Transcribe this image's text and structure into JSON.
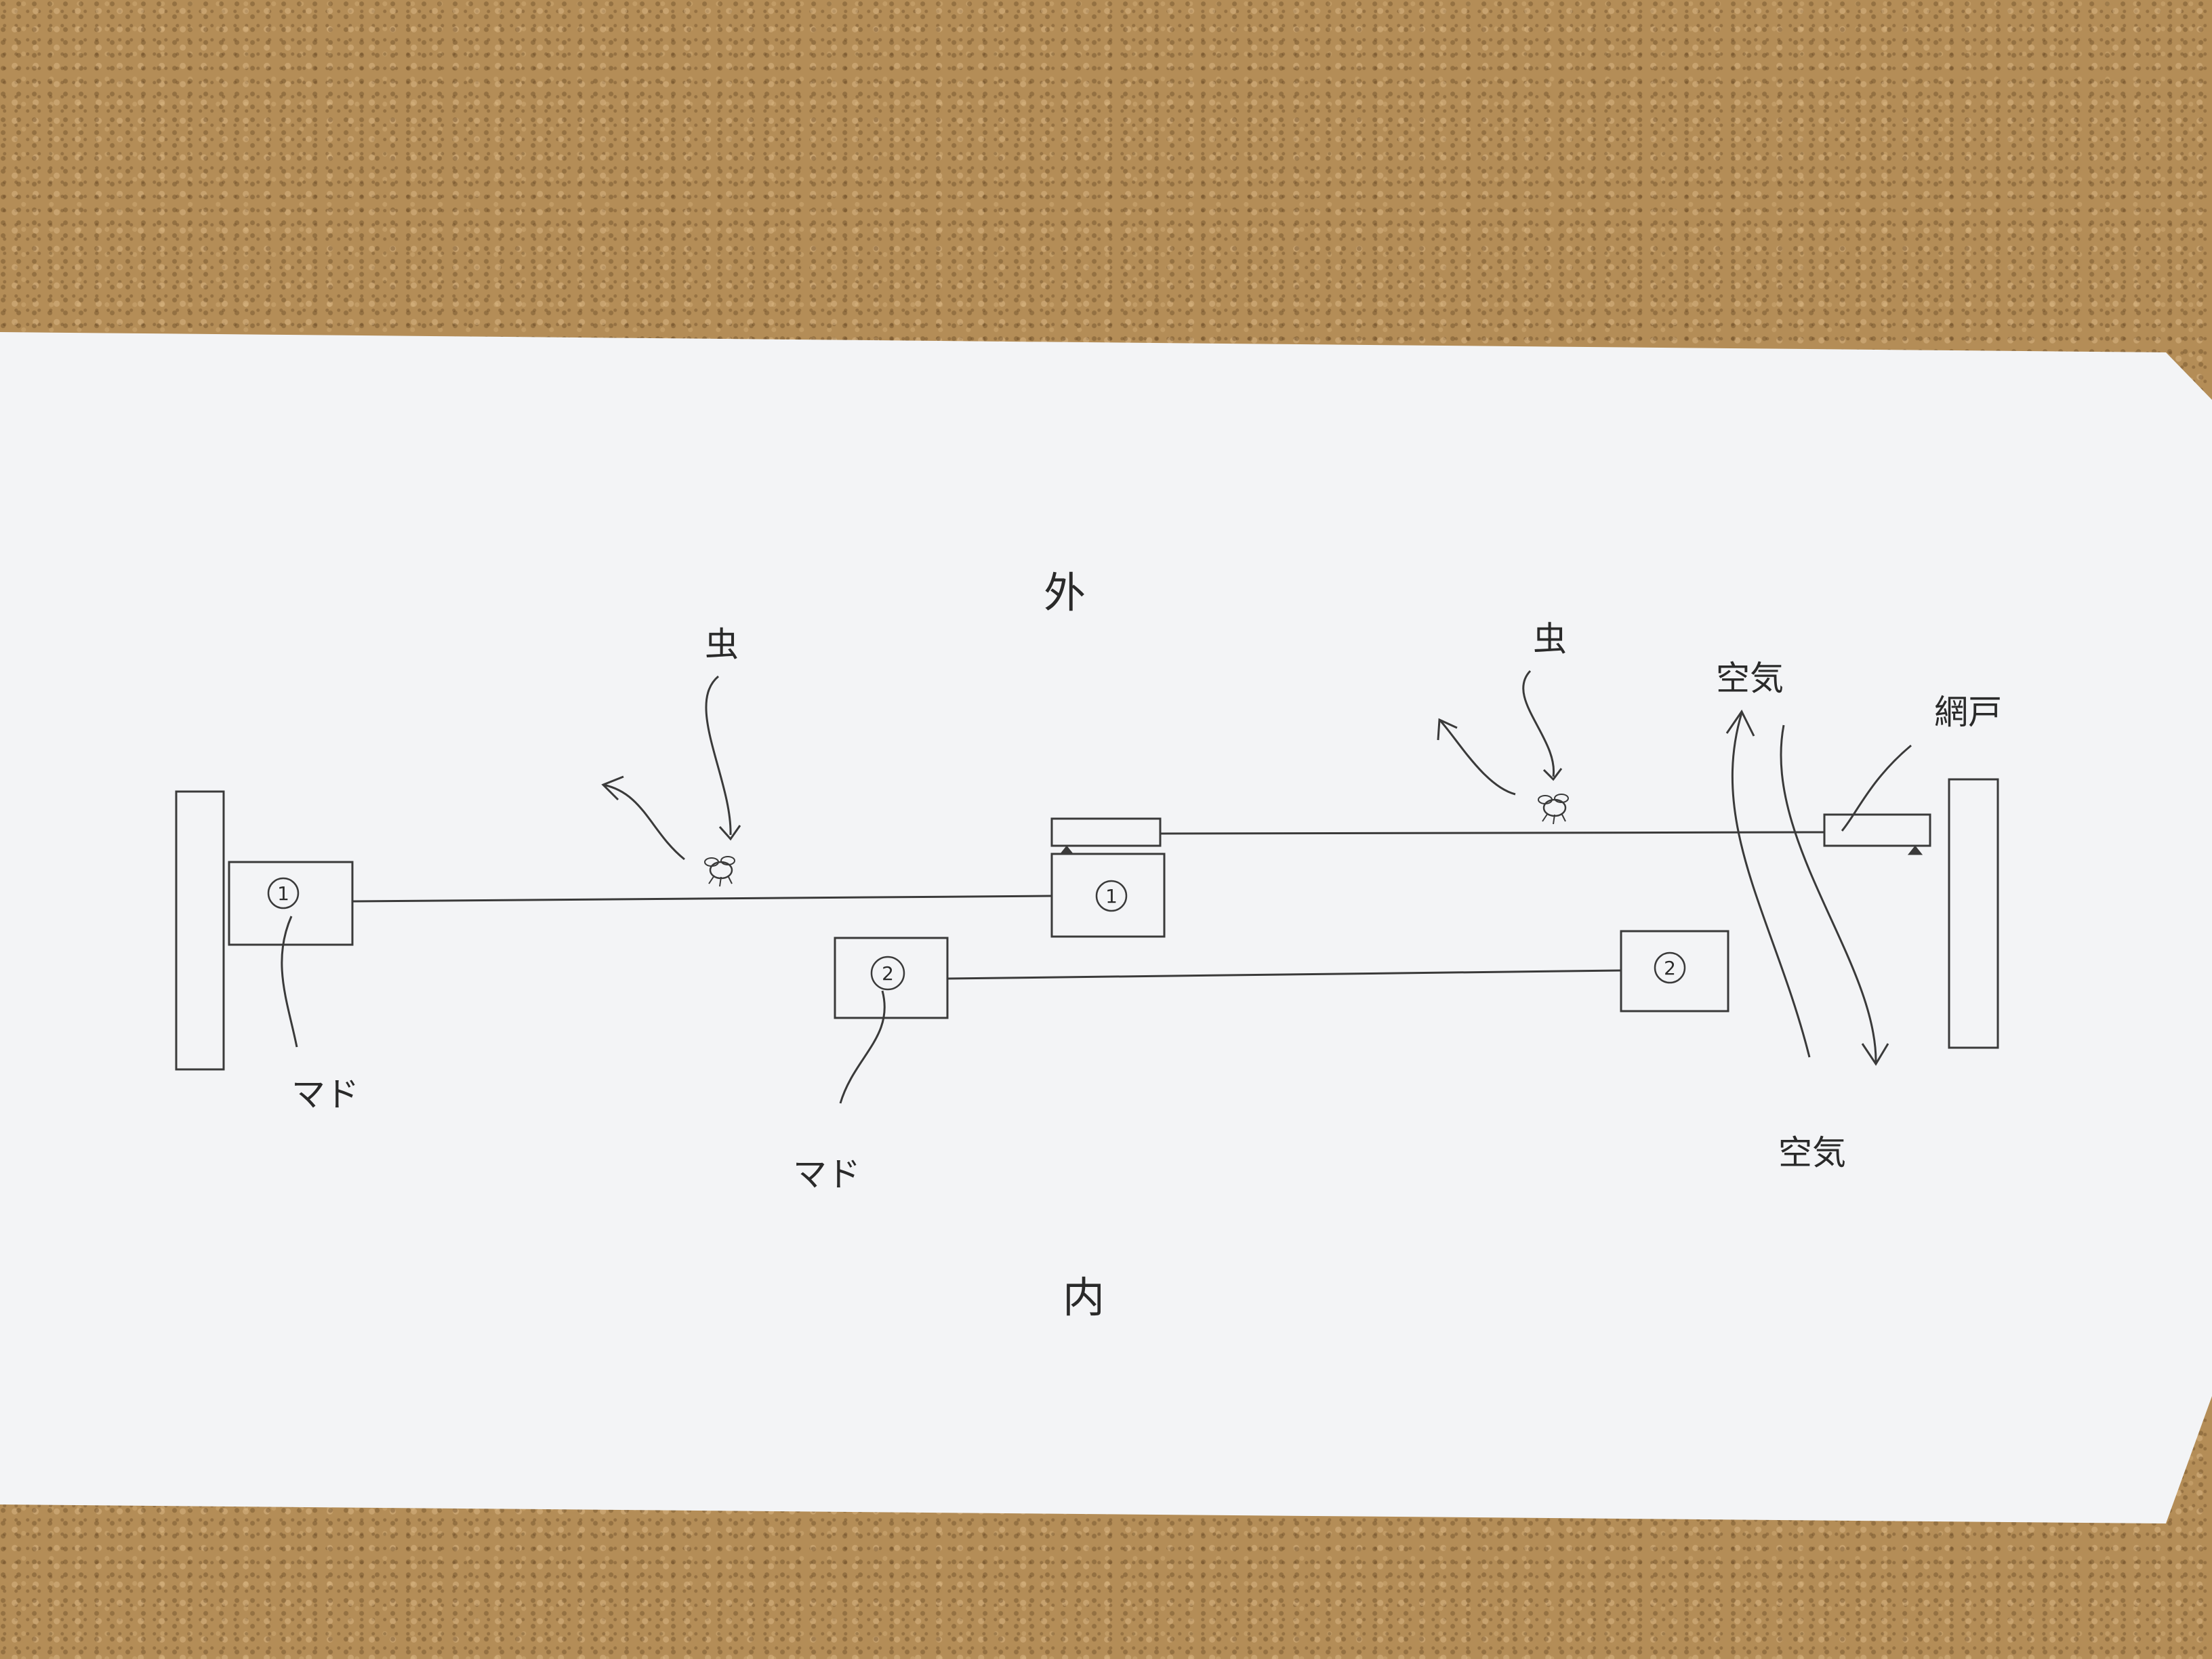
{
  "labels": {
    "outside": "外",
    "inside": "内",
    "bug_left": "虫",
    "bug_right": "虫",
    "air_top": "空気",
    "air_bottom": "空気",
    "screen_door": "網戸",
    "window_left": "マド",
    "window_middle": "マド"
  },
  "panel_marks": {
    "sash1_left": "1",
    "sash1_right": "1",
    "sash2_left": "2",
    "sash2_right": "2"
  },
  "icons": {
    "bug": "bug-icon",
    "arrow": "curved-arrow-icon"
  },
  "colors": {
    "paper": "#f4f5f7",
    "ink": "#3a3a3a",
    "cork": "#b48d57"
  }
}
